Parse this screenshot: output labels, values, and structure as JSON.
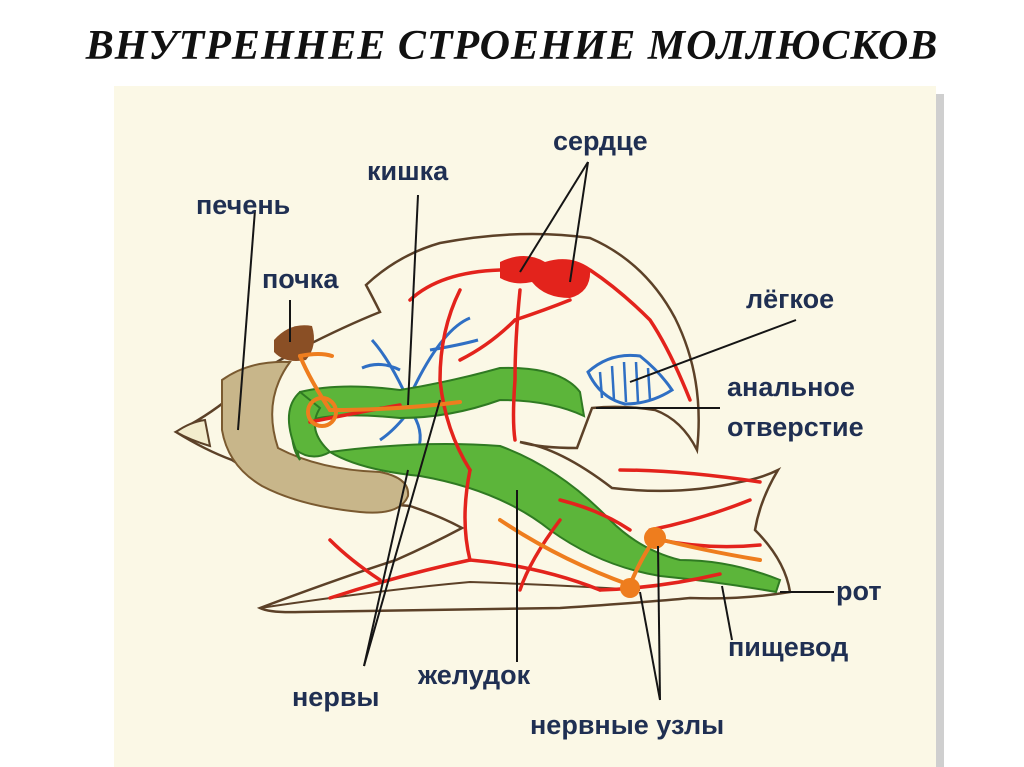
{
  "title": "ВНУТРЕННЕЕ СТРОЕНИЕ МОЛЛЮСКОВ",
  "labels": {
    "heart": "сердце",
    "intestine": "кишка",
    "liver": "печень",
    "kidney": "почка",
    "lung": "лёгкое",
    "anus_line1": "анальное",
    "anus_line2": "отверстие",
    "mouth": "рот",
    "esophagus": "пищевод",
    "stomach": "желудок",
    "nerves": "нервы",
    "ganglia": "нервные узлы"
  },
  "colors": {
    "digestive": "#5cb53a",
    "circulatory": "#e3231c",
    "respiratory": "#2f6fc4",
    "nervous": "#ee7d1e",
    "liver": "#b9a57a",
    "kidney": "#8a4f25",
    "outline": "#5c4128",
    "leader": "#151515",
    "label_text": "#1f2f52"
  }
}
